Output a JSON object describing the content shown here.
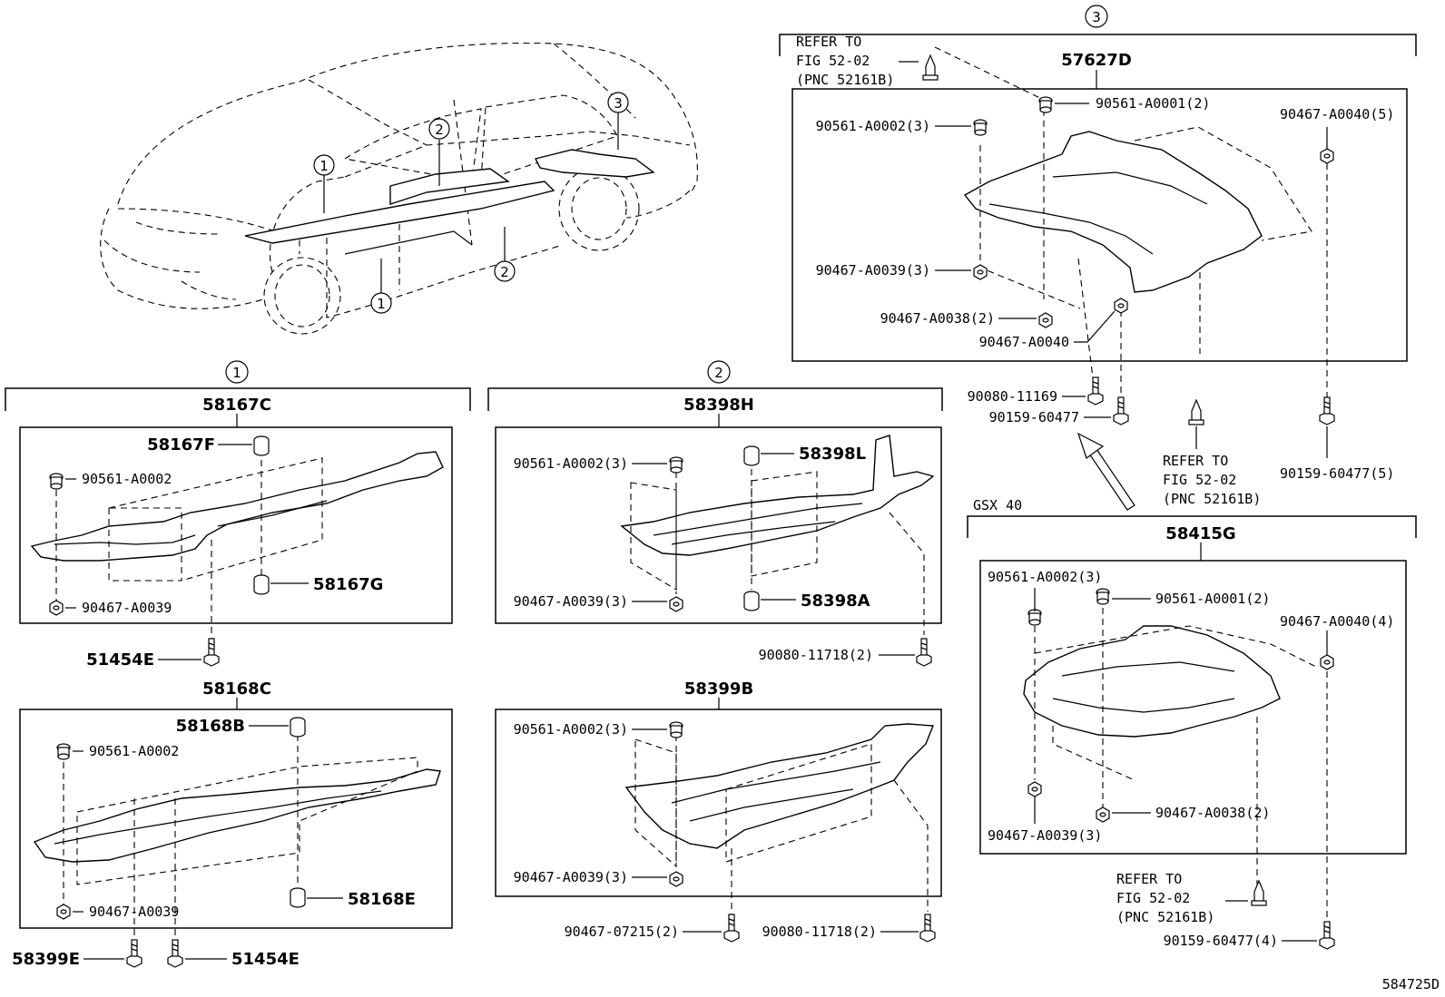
{
  "diagram_id": "584725D",
  "circle_marks": [
    "1",
    "2",
    "3"
  ],
  "car_view": {
    "callouts": [
      "1",
      "2",
      "3",
      "1",
      "2"
    ]
  },
  "group1": {
    "mark": "1",
    "top_assembly": "58167C",
    "top_parts": [
      "58167F",
      "90561-A0002",
      "58167G",
      "90467-A0039"
    ],
    "shared_fastener": "51454E",
    "bottom_assembly": "58168C",
    "bottom_parts": [
      "58168B",
      "90561-A0002",
      "58168E",
      "90467-A0039"
    ],
    "bottom_fasteners": [
      "58399E",
      "51454E"
    ]
  },
  "group2": {
    "mark": "2",
    "top_assembly": "58398H",
    "top_parts": [
      "90561-A0002(3)",
      "58398L",
      "90467-A0039(3)",
      "58398A"
    ],
    "top_fastener": "90080-11718(2)",
    "bottom_assembly": "58399B",
    "bottom_parts": [
      "90561-A0002(3)",
      "90467-A0039(3)"
    ],
    "bottom_fasteners": [
      "90467-07215(2)",
      "90080-11718(2)"
    ]
  },
  "group3": {
    "mark": "3",
    "refer_note_line1": "REFER TO",
    "refer_note_line2": "FIG 52-02",
    "refer_note_line3": "(PNC 52161B)",
    "assembly": "57627D",
    "parts": [
      "90561-A0001(2)",
      "90561-A0002(3)",
      "90467-A0040(5)",
      "90467-A0039(3)",
      "90467-A0038(2)",
      "90467-A0040"
    ],
    "outside": [
      "90080-11169",
      "90159-60477",
      "90159-60477(5)"
    ],
    "refer2_line1": "REFER TO",
    "refer2_line2": "FIG 52-02",
    "refer2_line3": "(PNC 52161B)"
  },
  "gsx": {
    "label": "GSX 40",
    "assembly": "58415G",
    "parts": [
      "90561-A0002(3)",
      "90561-A0001(2)",
      "90467-A0040(4)",
      "90467-A0038(2)",
      "90467-A0039(3)"
    ],
    "refer_line1": "REFER TO",
    "refer_line2": "FIG 52-02",
    "refer_line3": "(PNC 52161B)",
    "outside": "90159-60477(4)"
  }
}
